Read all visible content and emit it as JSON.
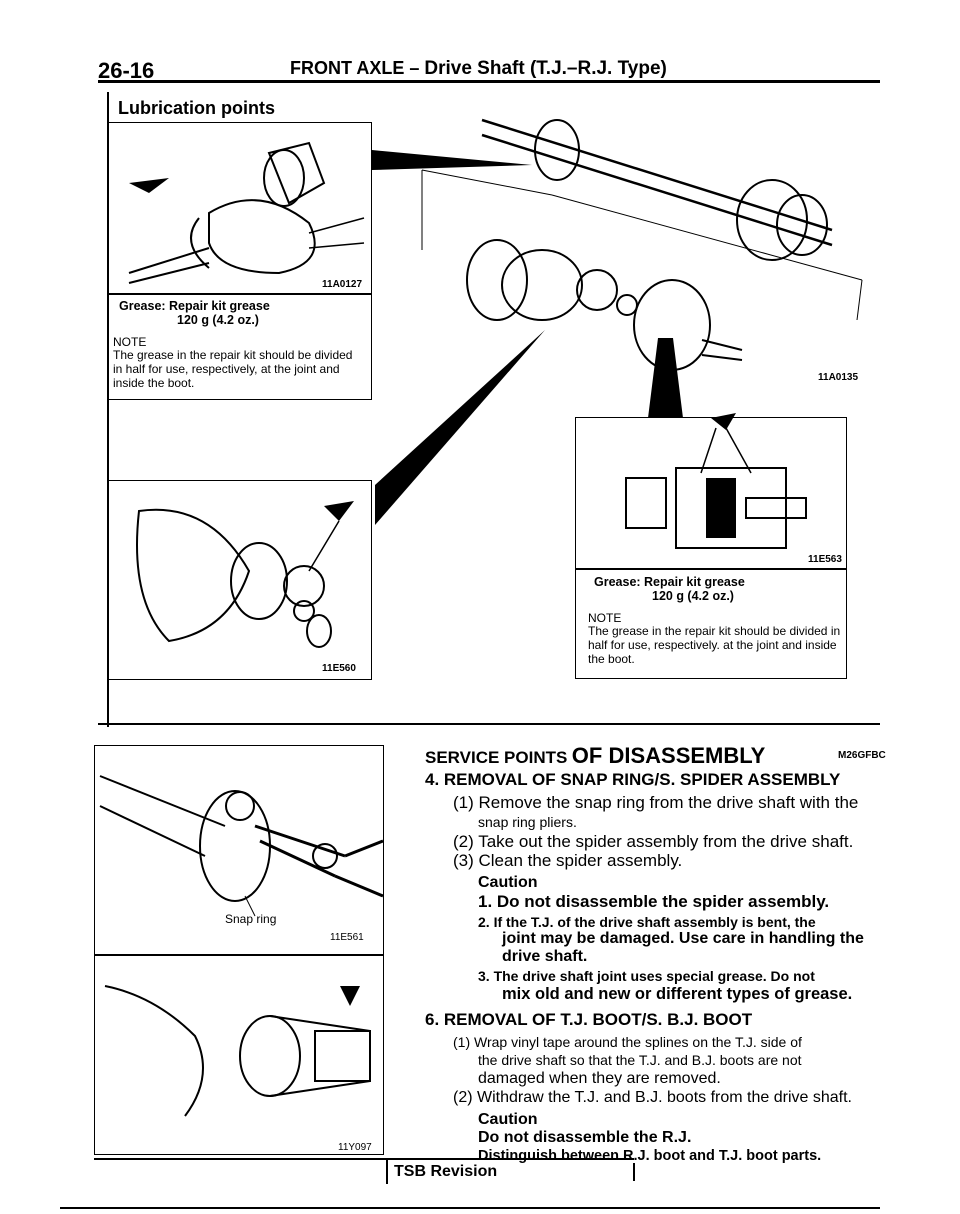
{
  "header": {
    "page_number": "26-16",
    "section": "FRONT AXLE",
    "dash": "–",
    "subtitle": "Drive Shaft (T.J.–R.J. Type)"
  },
  "lubrication": {
    "title": "Lubrication points",
    "fig1_code": "11A0127",
    "fig1_grease_label": "Grease: Repair kit grease",
    "fig1_grease_amount": "120 g (4.2 oz.)",
    "fig1_note_label": "NOTE",
    "fig1_note_text": "The grease in the repair kit should be divided in half for use, respectively, at the joint and inside the boot.",
    "fig_main_code": "11A0135",
    "fig_spider_code": "11E560",
    "fig_joint_code": "11E563",
    "fig2_grease_label": "Grease: Repair kit grease",
    "fig2_grease_amount": "120 g (4.2 oz.)",
    "fig2_note_label": "NOTE",
    "fig2_note_text": "The grease in the repair kit should be divided in half for use, respectively. at the joint and inside the boot."
  },
  "figures": {
    "snap_ring_label": "Snap ring",
    "snap_ring_code": "11E561",
    "boot_code": "11Y097"
  },
  "service": {
    "heading_a": "SERVICE POINTS",
    "heading_b": "OF DISASSEMBLY",
    "heading_code": "M26GFBC",
    "item4_title": "4. REMOVAL OF SNAP RING/S. SPIDER ASSEMBLY",
    "item4_step1_a": "(1) Remove the snap ring from the drive shaft with the",
    "item4_step1_b": "snap ring pliers.",
    "item4_step2": "(2) Take out the spider assembly from the drive shaft.",
    "item4_step3": "(3) Clean the spider assembly.",
    "item4_caution": "Caution",
    "item4_c1": "1. Do not disassemble the spider assembly.",
    "item4_c2_a": "2. If the T.J. of the drive shaft assembly is bent, the",
    "item4_c2_b": "joint may be damaged. Use care in handling the",
    "item4_c2_c": "drive shaft.",
    "item4_c3_a": "3. The drive shaft joint uses special grease. Do not",
    "item4_c3_b": "mix old and new or different types of grease.",
    "item6_title": "6. REMOVAL OF T.J. BOOT/S. B.J. BOOT",
    "item6_step1_a": "(1) Wrap vinyl tape around the splines on the T.J. side of",
    "item6_step1_b": "the drive shaft so that the T.J. and B.J. boots are not",
    "item6_step1_c": "damaged when they are removed.",
    "item6_step2": "(2) Withdraw the T.J. and B.J. boots from the drive shaft.",
    "item6_caution": "Caution",
    "item6_c1": "Do not disassemble the R.J.",
    "item6_c2": "Distinguish between R.J. boot and T.J. boot parts."
  },
  "footer": {
    "tsb": "TSB Revision"
  }
}
